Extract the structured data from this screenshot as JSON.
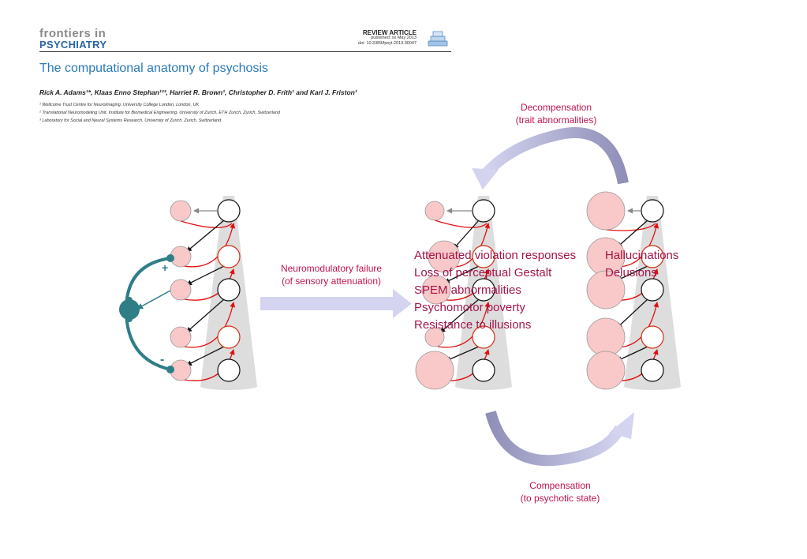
{
  "header": {
    "journal_line1": "frontiers in",
    "journal_line2": "PSYCHIATRY",
    "article_type": "REVIEW ARTICLE",
    "published": "published: xx May 2013",
    "doi": "doi: 10.3389/fpsyt.2013.00047"
  },
  "article": {
    "title": "The computational anatomy of psychosis",
    "authors": "Rick A. Adams¹*, Klaas Enno Stephan¹²³, Harriet R. Brown¹, Christopher D. Frith¹ and Karl J. Friston¹",
    "affiliations": [
      "¹ Wellcome Trust Centre for Neuroimaging, University College London, London, UK",
      "² Translational Neuromodeling Unit, Institute for Biomedical Engineering, University of Zurich, ETH Zurich, Zurich, Switzerland",
      "³ Laboratory for Social and Neural Systems Research, University of Zurich, Zurich, Switzerland"
    ]
  },
  "diagram": {
    "decompensation": [
      "Decompensation",
      "(trait abnormalities)"
    ],
    "compensation": [
      "Compensation",
      "(to psychotic state)"
    ],
    "neuromodulatory": [
      "Neuromodulatory failure",
      "(of sensory attenuation)"
    ],
    "plus_sign": "+",
    "minus_sign": "-",
    "symptoms_mid": [
      "Attenuated violation responses",
      "Loss of perceptual Gestalt",
      "SPEM abnormalities",
      "Psychomotor poverty",
      "Resistance to illusions"
    ],
    "symptoms_right": [
      "Hallucinations",
      "Delusions"
    ]
  },
  "colors": {
    "label_red": "#c0144b",
    "pink_node": "#f9c8c8",
    "teal": "#2f7d87",
    "arrow_lavender": "#c9c9ec",
    "arrow_purple": "#8f8fb8",
    "red_connection": "#e01010",
    "cone_grey": "#dddddd"
  }
}
